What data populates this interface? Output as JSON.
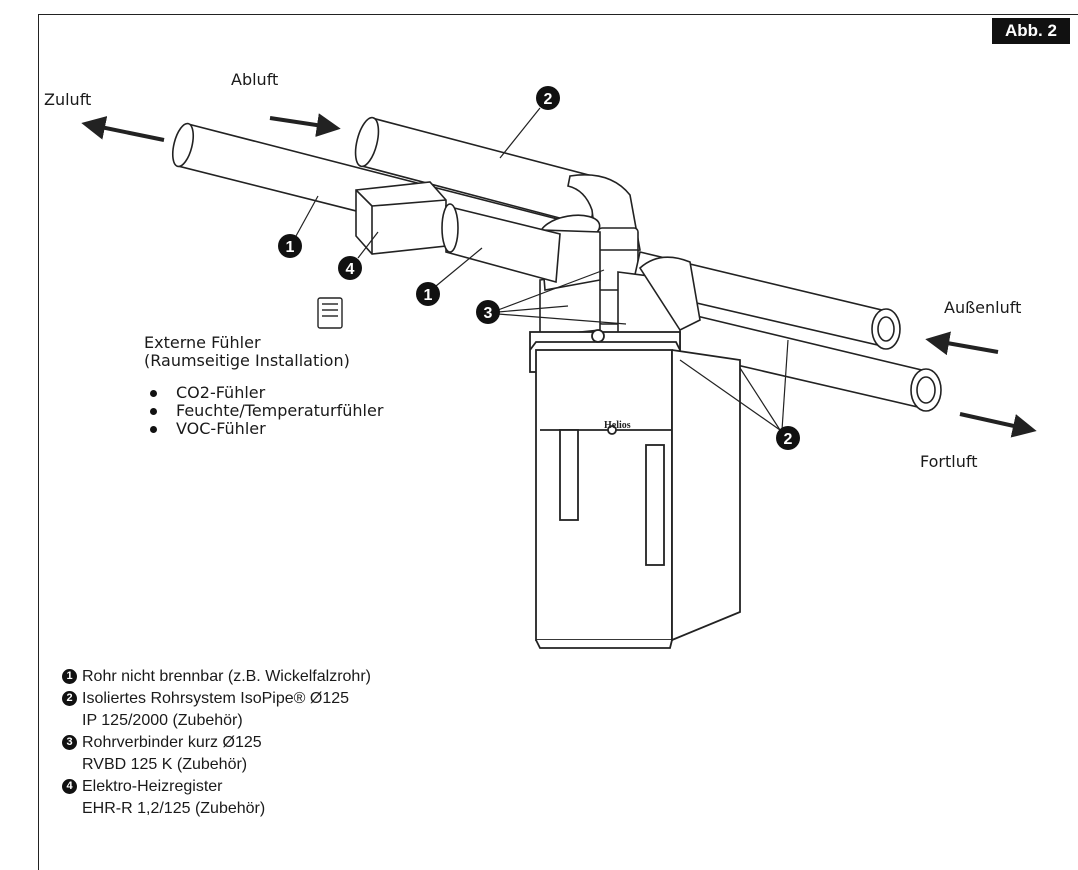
{
  "figure_label": "Abb. 2",
  "airflow_labels": {
    "zuluft": "Zuluft",
    "abluft": "Abluft",
    "aussenluft": "Außenluft",
    "fortluft": "Fortluft"
  },
  "callout_numbers": {
    "n1": "1",
    "n2": "2",
    "n3": "3",
    "n4": "4"
  },
  "sensor_block": {
    "title": "Externe Fühler",
    "subtitle": "(Raumseitige Installation)",
    "items": [
      "CO2-Fühler",
      "Feuchte/Temperaturfühler",
      "VOC-Fühler"
    ]
  },
  "device_brand": "Helios",
  "legend": [
    {
      "num": "1",
      "line1": "Rohr nicht brennbar (z.B. Wickelfalzrohr)",
      "line2": ""
    },
    {
      "num": "2",
      "line1": "Isoliertes Rohrsystem IsoPipe® Ø125",
      "line2": "IP 125/2000 (Zubehör)"
    },
    {
      "num": "3",
      "line1": "Rohrverbinder kurz Ø125",
      "line2": "RVBD 125 K (Zubehör)"
    },
    {
      "num": "4",
      "line1": "Elektro-Heizregister",
      "line2": "EHR-R 1,2/125 (Zubehör)"
    }
  ]
}
